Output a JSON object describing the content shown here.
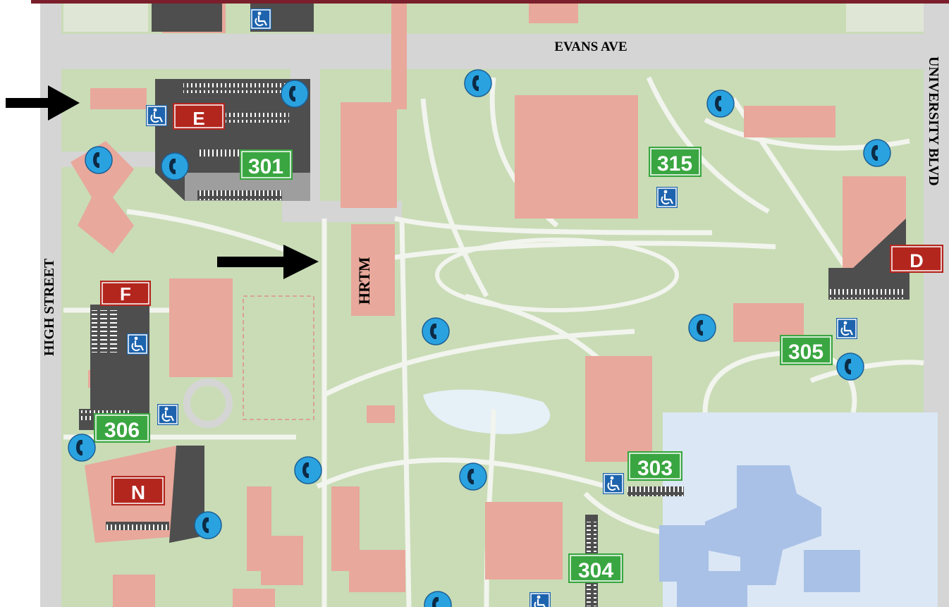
{
  "map": {
    "colors": {
      "grass": "#c9dcb6",
      "path": "#f2f4ee",
      "road": "#d5d5d5",
      "building": "#e8a89b",
      "lot_dark": "#4e4e4e",
      "lot_red": "#b3261e",
      "lot_green": "#3aa641",
      "access_blue": "#1d63ad",
      "phone_blue": "#2aa2e0",
      "water": "#dbe7f5",
      "frame_top": "#7a1f2b"
    },
    "streets": {
      "north": "EVANS AVE",
      "east": "UNIVERSITY BLVD",
      "west": "HIGH STREET"
    },
    "highlight_building": "HRTM",
    "lettered_lots": [
      {
        "id": "E",
        "label": "E"
      },
      {
        "id": "F",
        "label": "F"
      },
      {
        "id": "D",
        "label": "D"
      },
      {
        "id": "N",
        "label": "N"
      }
    ],
    "numbered_lots": [
      {
        "id": "301",
        "label": "301"
      },
      {
        "id": "315",
        "label": "315"
      },
      {
        "id": "305",
        "label": "305"
      },
      {
        "id": "306",
        "label": "306"
      },
      {
        "id": "303",
        "label": "303"
      },
      {
        "id": "304",
        "label": "304"
      }
    ],
    "icons": {
      "phone": "emergency-phone-icon",
      "accessible": "accessible-parking-icon",
      "arrow": "pointer-arrow-icon"
    }
  }
}
